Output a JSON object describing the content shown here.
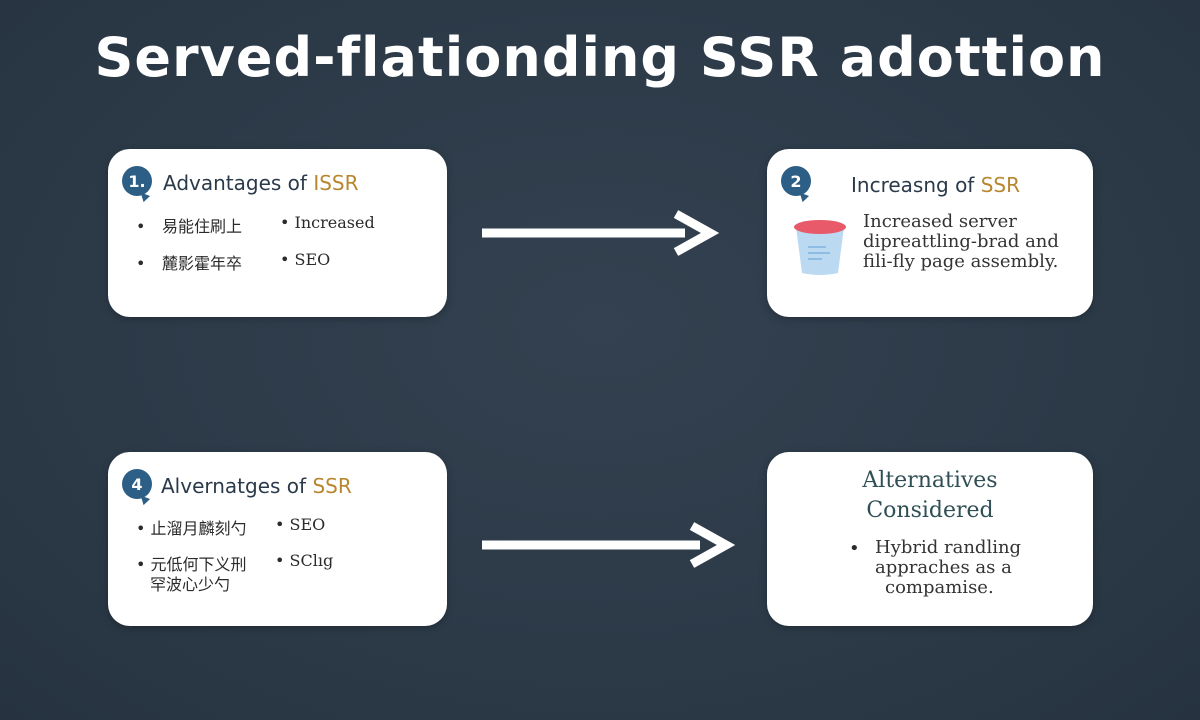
{
  "title": "Served-flationding  SSR adottion",
  "cards": {
    "c1": {
      "badge": "1.",
      "title_main": "Advantages of ",
      "title_accent": "ISSR",
      "bullets": [
        {
          "text": "易能住刷上"
        },
        {
          "text": "Increased"
        },
        {
          "text": "麓影霍年卒"
        },
        {
          "text": "SEO"
        }
      ]
    },
    "c2": {
      "badge": "2",
      "title_main": "Increasng of ",
      "title_accent": "SSR",
      "body": [
        "Increased server",
        "dipreattling-brad and",
        "fili-fly page assembly."
      ]
    },
    "c4": {
      "badge": "4",
      "title_main": "Alvernatges of ",
      "title_accent": "SSR",
      "bullets": [
        {
          "text": "止溜月麟刻勺"
        },
        {
          "text": "SEO"
        },
        {
          "text": "元低何下义刑"
        },
        {
          "text": "罕波心少勺"
        },
        {
          "text": "SClıg"
        }
      ]
    },
    "c3": {
      "title_lines": [
        "Alternatives",
        "Considered"
      ],
      "body": [
        "Hybrid randling",
        "appraches as a",
        "compamise."
      ]
    }
  },
  "colors": {
    "background": "#2c3a48",
    "badge": "#2d5f86",
    "accent": "#b8862e",
    "arrow": "#ffffff",
    "bucket": "#e85a6a"
  },
  "icons": [
    "bucket-icon",
    "arrow-right-icon"
  ]
}
